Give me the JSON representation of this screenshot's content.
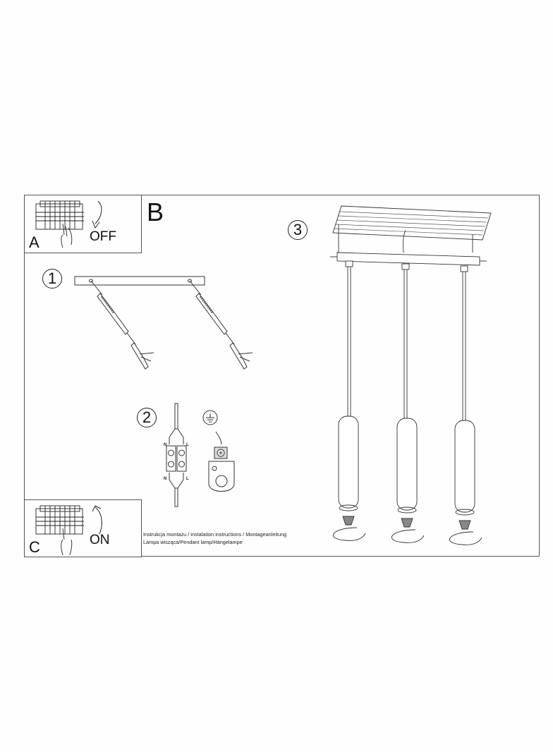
{
  "document": {
    "type": "installation instructions sheet",
    "sections": {
      "a": {
        "letter": "A",
        "state_label": "OFF",
        "icon": "circuit-breaker-switch-off"
      },
      "b": {
        "letter": "B"
      },
      "c": {
        "letter": "C",
        "state_label": "ON",
        "icon": "circuit-breaker-switch-on"
      }
    },
    "steps": [
      {
        "number": "1",
        "illustration": "mounting-bar-with-screws-and-wall-plugs"
      },
      {
        "number": "2",
        "illustration": "wiring-terminal-block-and-ground-connector",
        "wire_labels": [
          "N",
          "L",
          "N",
          "L"
        ]
      },
      {
        "number": "3",
        "illustration": "three-pendant-lamps-on-ceiling-canopy"
      }
    ],
    "caption": {
      "line1": "Instrukcja montażu / instalation instructions / Montageanleitung",
      "line2": "Lampa wisząca/Pendant lamp/Hängelampe"
    }
  }
}
